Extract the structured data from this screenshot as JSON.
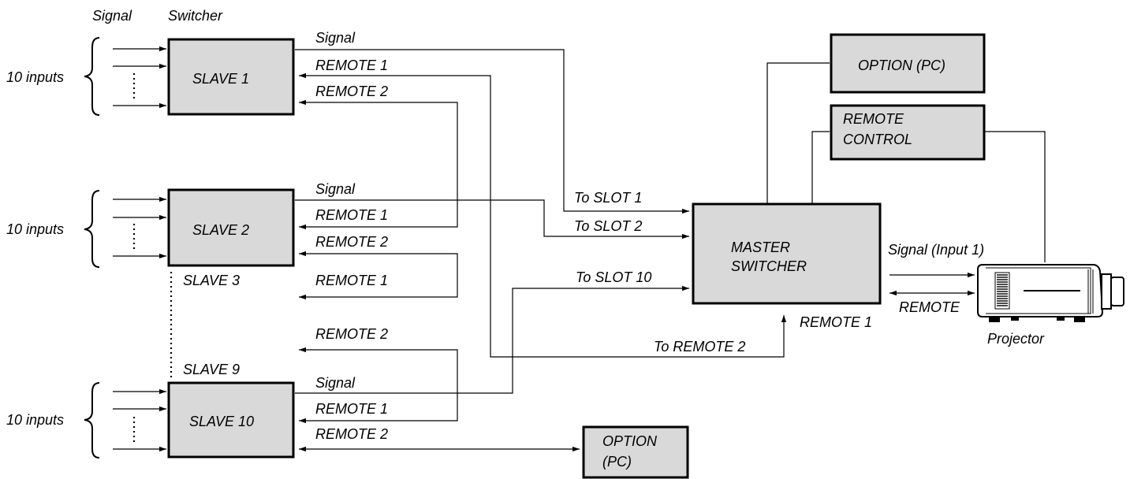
{
  "header": {
    "signal": "Signal",
    "switcher": "Switcher"
  },
  "slaves": [
    {
      "label": "SLAVE 1",
      "inputs": "10 inputs",
      "signal": "Signal",
      "remote1": "REMOTE 1",
      "remote2": "REMOTE 2"
    },
    {
      "label": "SLAVE 2",
      "inputs": "10 inputs",
      "signal": "Signal",
      "remote1": "REMOTE 1",
      "remote2": "REMOTE 2"
    },
    {
      "label": "SLAVE 10",
      "inputs": "10 inputs",
      "signal": "Signal",
      "remote1": "REMOTE 1",
      "remote2": "REMOTE 2"
    }
  ],
  "slave3": {
    "label": "SLAVE 3",
    "remote1": "REMOTE 1"
  },
  "slave9": {
    "label": "SLAVE 9",
    "remote2": "REMOTE 2"
  },
  "master": {
    "line1": "MASTER",
    "line2": "SWITCHER",
    "remote1": "REMOTE 1"
  },
  "slots": {
    "slot1": "To SLOT 1",
    "slot2": "To SLOT 2",
    "slot10": "To SLOT 10",
    "remote2": "To REMOTE 2"
  },
  "option_top": "OPTION (PC)",
  "remote_control": {
    "line1": "REMOTE",
    "line2": "CONTROL"
  },
  "projector": {
    "label": "Projector",
    "signal": "Signal (Input 1)",
    "remote": "REMOTE"
  },
  "option_bottom": {
    "line1": "OPTION",
    "line2": "(PC)"
  }
}
